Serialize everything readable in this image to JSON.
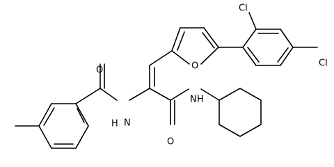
{
  "molecule": {
    "labels": {
      "cl_ortho": "Cl",
      "cl_para": "Cl",
      "furan_o": "O",
      "benzamide_o": "O",
      "amide_nh": "H",
      "amide_n": "N",
      "cyclohexylamide_n": "N",
      "cyclohexylamide_h": "H",
      "acrylamide_o": "O"
    }
  }
}
